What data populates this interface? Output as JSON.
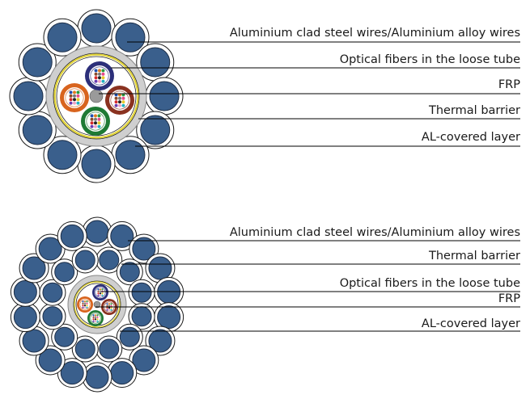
{
  "diagrams": [
    {
      "labels": [
        "Aluminium clad steel wires/Aluminium alloy wires",
        "Optical fibers in the loose tube",
        "FRP",
        "Thermal barrier",
        "AL-covered layer"
      ]
    },
    {
      "labels": [
        "Aluminium clad steel wires/Aluminium alloy wires",
        "Thermal barrier",
        "Optical fibers in the loose tube",
        "FRP",
        "AL-covered layer"
      ]
    }
  ],
  "colors": {
    "wire_fill": "#3a5f8c",
    "wire_stroke": "#1e2f48",
    "tube_blue": "#2c2f7a",
    "tube_orange": "#d8641e",
    "tube_brown": "#8a3220",
    "tube_green": "#1f7a35",
    "grey_layer": "#cfcfcf",
    "thermal_barrier": "#e2d43a",
    "line": "#000000"
  }
}
